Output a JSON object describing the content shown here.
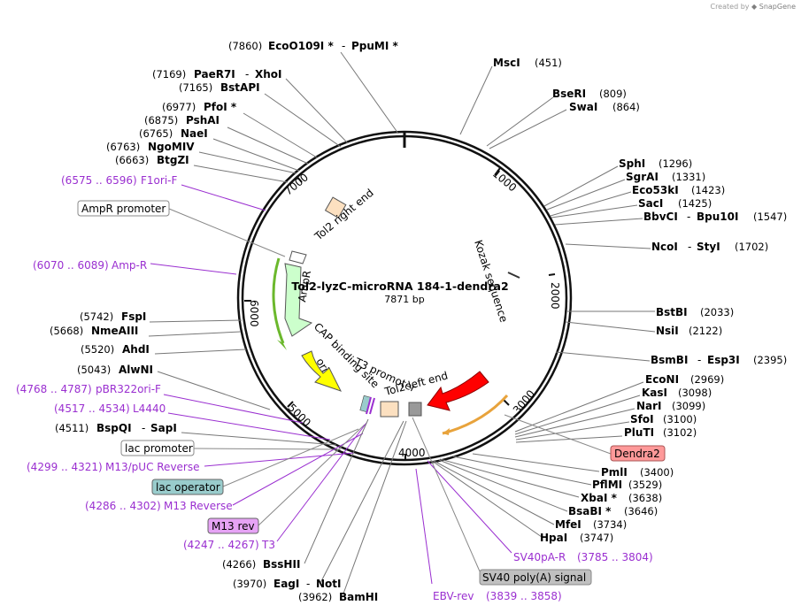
{
  "plasmid": {
    "name": "Tol2-lyzC-microRNA 184-1-dendra2",
    "length": "7871 bp"
  },
  "watermark": {
    "prefix": "Created by",
    "brand": "SnapGene"
  },
  "ticks": [
    "1000",
    "2000",
    "3000",
    "4000",
    "5000",
    "6000",
    "7000"
  ],
  "sites": {
    "ecoo109i": {
      "pos": "(7860)",
      "name": "EcoO109I *",
      "alt": "PpuMI *"
    },
    "pae7i": {
      "pos": "(7169)",
      "name": "PaeR7I",
      "alt": "XhoI"
    },
    "bstapi": {
      "pos": "(7165)",
      "name": "BstAPI"
    },
    "pfoi": {
      "pos": "(6977)",
      "name": "PfoI *"
    },
    "pshai": {
      "pos": "(6875)",
      "name": "PshAI"
    },
    "naei": {
      "pos": "(6765)",
      "name": "NaeI"
    },
    "ngomiv": {
      "pos": "(6763)",
      "name": "NgoMIV"
    },
    "btgzi": {
      "pos": "(6663)",
      "name": "BtgZI"
    },
    "fspi": {
      "pos": "(5742)",
      "name": "FspI"
    },
    "nmeaiii": {
      "pos": "(5668)",
      "name": "NmeAIII"
    },
    "ahdi": {
      "pos": "(5520)",
      "name": "AhdI"
    },
    "alwni": {
      "pos": "(5043)",
      "name": "AlwNI"
    },
    "bspqi": {
      "pos": "(4511)",
      "name": "BspQI",
      "alt": "SapI"
    },
    "bsshii": {
      "pos": "(4266)",
      "name": "BssHII"
    },
    "eagi": {
      "pos": "(3970)",
      "name": "EagI",
      "alt": "NotI"
    },
    "bamhi": {
      "pos": "(3962)",
      "name": "BamHI"
    },
    "msci": {
      "name": "MscI",
      "pos": "(451)"
    },
    "bseri": {
      "name": "BseRI",
      "pos": "(809)"
    },
    "swai": {
      "name": "SwaI",
      "pos": "(864)"
    },
    "sphi": {
      "name": "SphI",
      "pos": "(1296)"
    },
    "sgrai": {
      "name": "SgrAI",
      "pos": "(1331)"
    },
    "eco53ki": {
      "name": "Eco53kI",
      "pos": "(1423)"
    },
    "saci": {
      "name": "SacI",
      "pos": "(1425)"
    },
    "bbvci": {
      "name": "BbvCI",
      "alt": "Bpu10I",
      "pos": "(1547)"
    },
    "ncoi": {
      "name": "NcoI",
      "alt": "StyI",
      "pos": "(1702)"
    },
    "bstbi": {
      "name": "BstBI",
      "pos": "(2033)"
    },
    "nsii": {
      "name": "NsiI",
      "pos": "(2122)"
    },
    "bsmbi": {
      "name": "BsmBI",
      "alt": "Esp3I",
      "pos": "(2395)"
    },
    "econi": {
      "name": "EcoNI",
      "pos": "(2969)"
    },
    "kasi": {
      "name": "KasI",
      "pos": "(3098)"
    },
    "nari": {
      "name": "NarI",
      "pos": "(3099)"
    },
    "sfoi": {
      "name": "SfoI",
      "pos": "(3100)"
    },
    "pluti": {
      "name": "PluTI",
      "pos": "(3102)"
    },
    "pmli": {
      "name": "PmlI",
      "pos": "(3400)"
    },
    "pflmi": {
      "name": "PflMI",
      "pos": "(3529)"
    },
    "xbai": {
      "name": "XbaI *",
      "pos": "(3638)"
    },
    "bsabi": {
      "name": "BsaBI *",
      "pos": "(3646)"
    },
    "mfei": {
      "name": "MfeI",
      "pos": "(3734)"
    },
    "hpai": {
      "name": "HpaI",
      "pos": "(3747)"
    }
  },
  "primers": {
    "f1ori_f": {
      "range": "(6575 .. 6596)",
      "name": "F1ori-F"
    },
    "amp_r": {
      "range": "(6070 .. 6089)",
      "name": "Amp-R"
    },
    "pbr322ori_f": {
      "range": "(4768 .. 4787)",
      "name": "pBR322ori-F"
    },
    "l4440": {
      "range": "(4517 .. 4534)",
      "name": "L4440"
    },
    "m13puc_rev": {
      "range": "(4299 .. 4321)",
      "name": "M13/pUC Reverse"
    },
    "m13_reverse": {
      "range": "(4286 .. 4302)",
      "name": "M13 Reverse"
    },
    "t3": {
      "range": "(4247 .. 4267)",
      "name": "T3"
    },
    "sv40pa_r": {
      "name": "SV40pA-R",
      "range": "(3785 .. 3804)"
    },
    "ebv_rev": {
      "name": "EBV-rev",
      "range": "(3839 .. 3858)"
    }
  },
  "boxed_features": {
    "ampr_promoter": "AmpR promoter",
    "lac_promoter": "lac promoter",
    "lac_operator": "lac operator",
    "m13_rev": "M13 rev",
    "dendra2": "Dendra2",
    "sv40_polya": "SV40 poly(A) signal"
  },
  "inner_features": {
    "tol2_right_end": "Tol2 right end",
    "kozak": "Kozak sequence",
    "ampr": "AmpR",
    "ori": "ori",
    "cap": "CAP binding site",
    "t3_promoter": "T3 promoter",
    "tol2_left_end": "Tol2 left end"
  },
  "colors": {
    "primer": "#9a2fd0",
    "ampr_fill": "#ccffcc",
    "ori_fill": "#ffff00",
    "dendra2": "#ff0000",
    "tol2_fill": "#fce0c0",
    "dendra2_box": "#ff9999",
    "lac_operator_box": "#99cccc",
    "m13_rev_box": "#e6a3f5",
    "sv40_box": "#c0c0c0"
  }
}
